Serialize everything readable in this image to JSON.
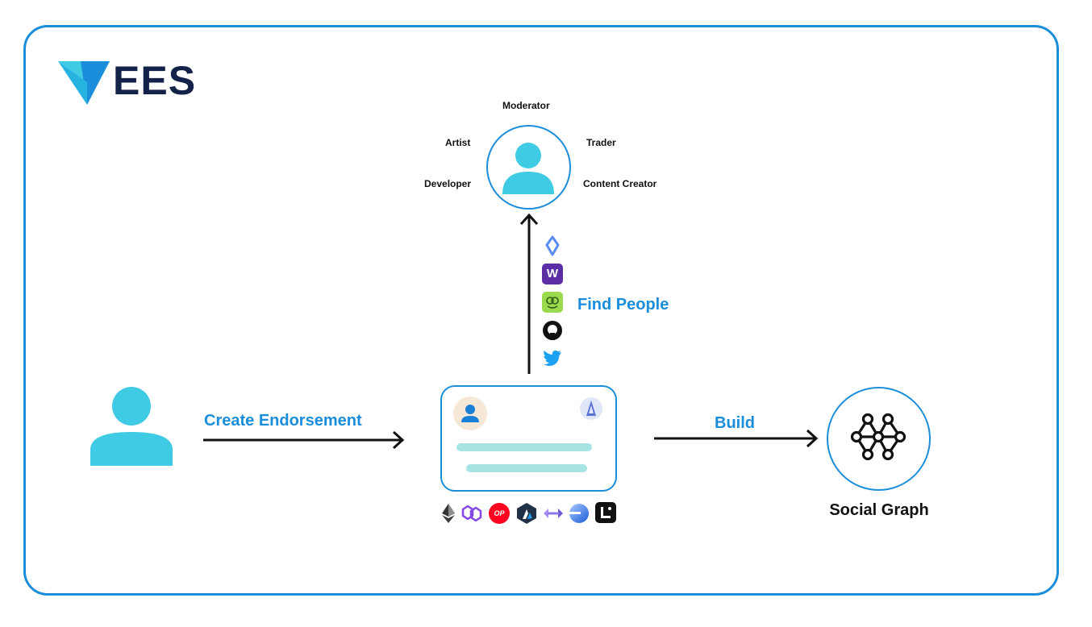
{
  "logo": {
    "text": "EES"
  },
  "roles": {
    "top": "Moderator",
    "left_upper": "Artist",
    "right_upper": "Trader",
    "left_lower": "Developer",
    "right_lower": "Content Creator"
  },
  "arrows": {
    "create": "Create Endorsement",
    "find": "Find People",
    "build": "Build"
  },
  "social_graph": {
    "label": "Social Graph",
    "icon": "network-graph-icon"
  },
  "platform_icons": [
    "ens-icon",
    "warpcast-icon",
    "lens-icon",
    "github-icon",
    "twitter-icon"
  ],
  "chain_icons": [
    "ethereum-icon",
    "polygon-icon",
    "optimism-icon",
    "arbitrum-icon",
    "connext-icon",
    "base-icon",
    "linea-icon"
  ],
  "colors": {
    "accent": "#1a8ddb",
    "avatar": "#3ecbe3",
    "card_line": "#a8e3e3",
    "logo_dark": "#14224a"
  }
}
